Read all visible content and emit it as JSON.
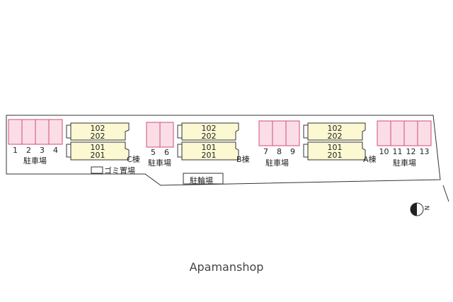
{
  "credit": "Apamanshop",
  "parking_lots": [
    {
      "numbers": [
        "1",
        "2",
        "3",
        "4"
      ],
      "label": "駐車場"
    },
    {
      "numbers": [
        "5",
        "6"
      ],
      "label": "駐車場"
    },
    {
      "numbers": [
        "7",
        "8",
        "9"
      ],
      "label": "駐車場"
    },
    {
      "numbers": [
        "10",
        "11",
        "12",
        "13"
      ],
      "label": "駐車場"
    }
  ],
  "buildings": [
    {
      "name": "C棟",
      "units": [
        {
          "line1": "102",
          "line2": "202"
        },
        {
          "line1": "101",
          "line2": "201"
        }
      ]
    },
    {
      "name": "B棟",
      "units": [
        {
          "line1": "102",
          "line2": "202"
        },
        {
          "line1": "101",
          "line2": "201"
        }
      ]
    },
    {
      "name": "A棟",
      "units": [
        {
          "line1": "102",
          "line2": "202"
        },
        {
          "line1": "101",
          "line2": "201"
        }
      ]
    }
  ],
  "garbage_area": "ゴミ置場",
  "bicycle_parking": "駐輪場",
  "compass": "N",
  "colors": {
    "parking_fill": "#fbdde8",
    "parking_stroke": "#d0506e",
    "building_fill": "#fbf8d2",
    "outline": "#333333"
  }
}
